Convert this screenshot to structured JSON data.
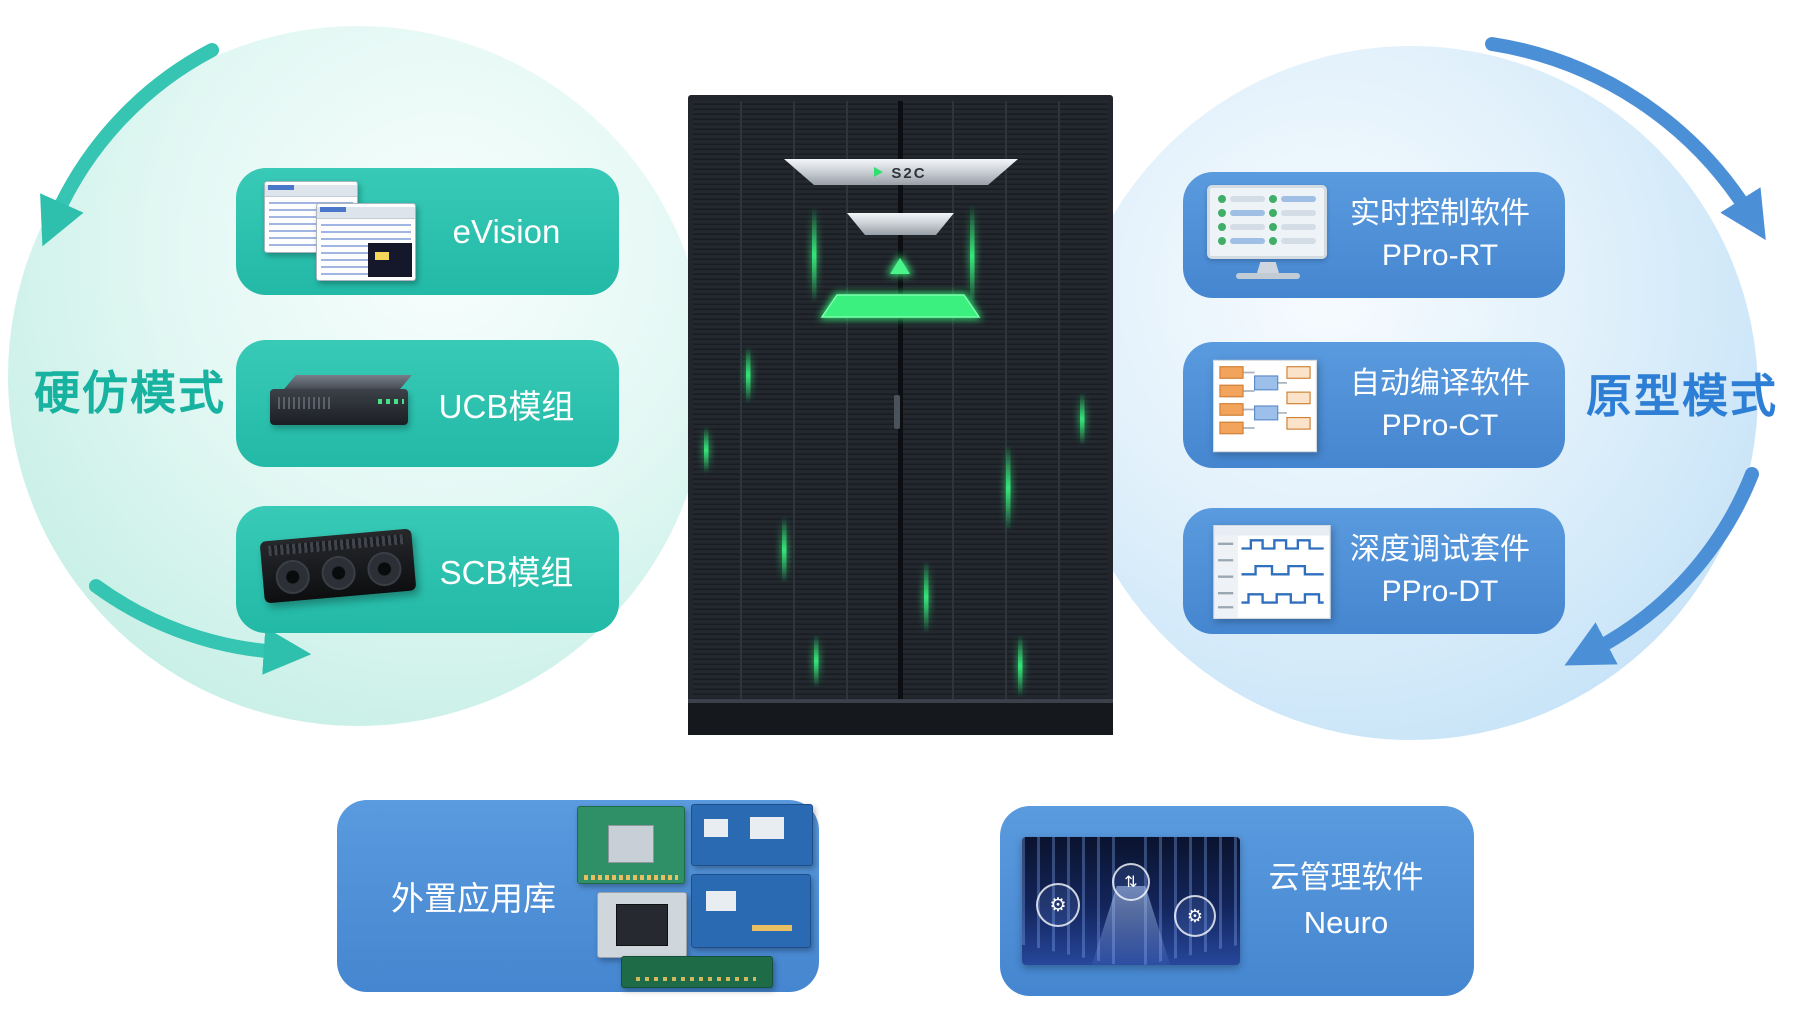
{
  "colors": {
    "teal_card": "#2cc3b0",
    "blue_card": "#4e91d9",
    "teal_accent": "#17b2a0",
    "blue_accent": "#2d7ed5",
    "rack_green": "#35ef7d"
  },
  "left_flow": {
    "mode_label": "硬仿模式",
    "cards": [
      {
        "label": "eVision"
      },
      {
        "label": "UCB模组"
      },
      {
        "label": "SCB模组"
      }
    ]
  },
  "right_flow": {
    "mode_label": "原型模式",
    "cards": [
      {
        "line1": "实时控制软件",
        "line2": "PPro-RT"
      },
      {
        "line1": "自动编译软件",
        "line2": "PPro-CT"
      },
      {
        "line1": "深度调试套件",
        "line2": "PPro-DT"
      }
    ]
  },
  "bottom": {
    "library_card": {
      "label": "外置应用库"
    },
    "cloud_card": {
      "line1": "云管理软件",
      "line2": "Neuro"
    }
  },
  "rack": {
    "brand": "S2C"
  }
}
